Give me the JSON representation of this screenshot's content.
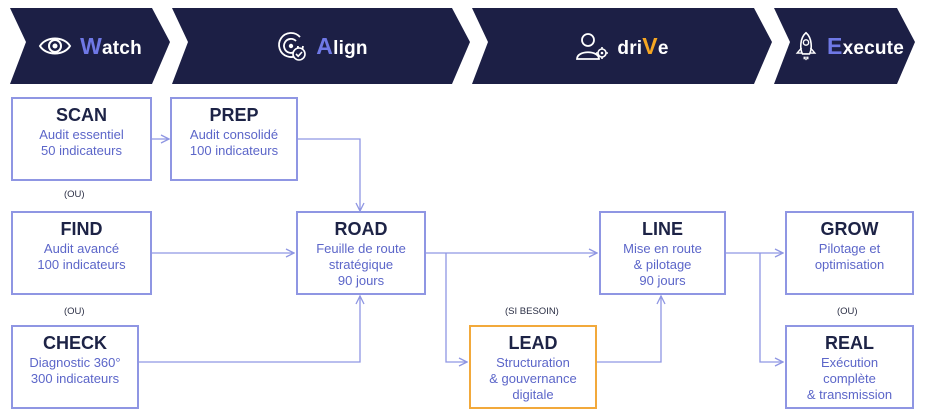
{
  "phases": [
    {
      "id": "watch",
      "first": "W",
      "rest": "atch",
      "icon": "eye-icon"
    },
    {
      "id": "align",
      "first": "A",
      "rest": "lign",
      "icon": "target-check-icon"
    },
    {
      "id": "drive",
      "pre": "dri",
      "mid": "V",
      "post": "e",
      "icon": "user-gear-icon"
    },
    {
      "id": "execute",
      "first": "E",
      "rest": "xecute",
      "icon": "rocket-icon"
    }
  ],
  "boxes": {
    "scan": {
      "title": "SCAN",
      "desc": "Audit essentiel\n50 indicateurs"
    },
    "prep": {
      "title": "PREP",
      "desc": "Audit consolidé\n100 indicateurs"
    },
    "find": {
      "title": "FIND",
      "desc": "Audit avancé\n100 indicateurs"
    },
    "check": {
      "title": "CHECK",
      "desc": "Diagnostic 360°\n300 indicateurs"
    },
    "road": {
      "title": "ROAD",
      "desc": "Feuille de route\nstratégique\n90 jours"
    },
    "lead": {
      "title": "LEAD",
      "desc": "Structuration\n& gouvernance\ndigitale"
    },
    "line": {
      "title": "LINE",
      "desc": "Mise en route\n& pilotage\n90 jours"
    },
    "grow": {
      "title": "GROW",
      "desc": "Pilotage et\noptimisation"
    },
    "real": {
      "title": "REAL",
      "desc": "Exécution\ncomplète\n& transmission"
    }
  },
  "notes": {
    "ou1": "(OU)",
    "ou2": "(OU)",
    "ou3": "(OU)",
    "si_besoin": "(SI BESOIN)"
  },
  "colors": {
    "banner": "#1c1f45",
    "accent": "#6f78e6",
    "box_border": "#8f96e3",
    "lead_border": "#f2a93b",
    "title_text": "#1d2346",
    "desc_text": "#5c66c9"
  }
}
